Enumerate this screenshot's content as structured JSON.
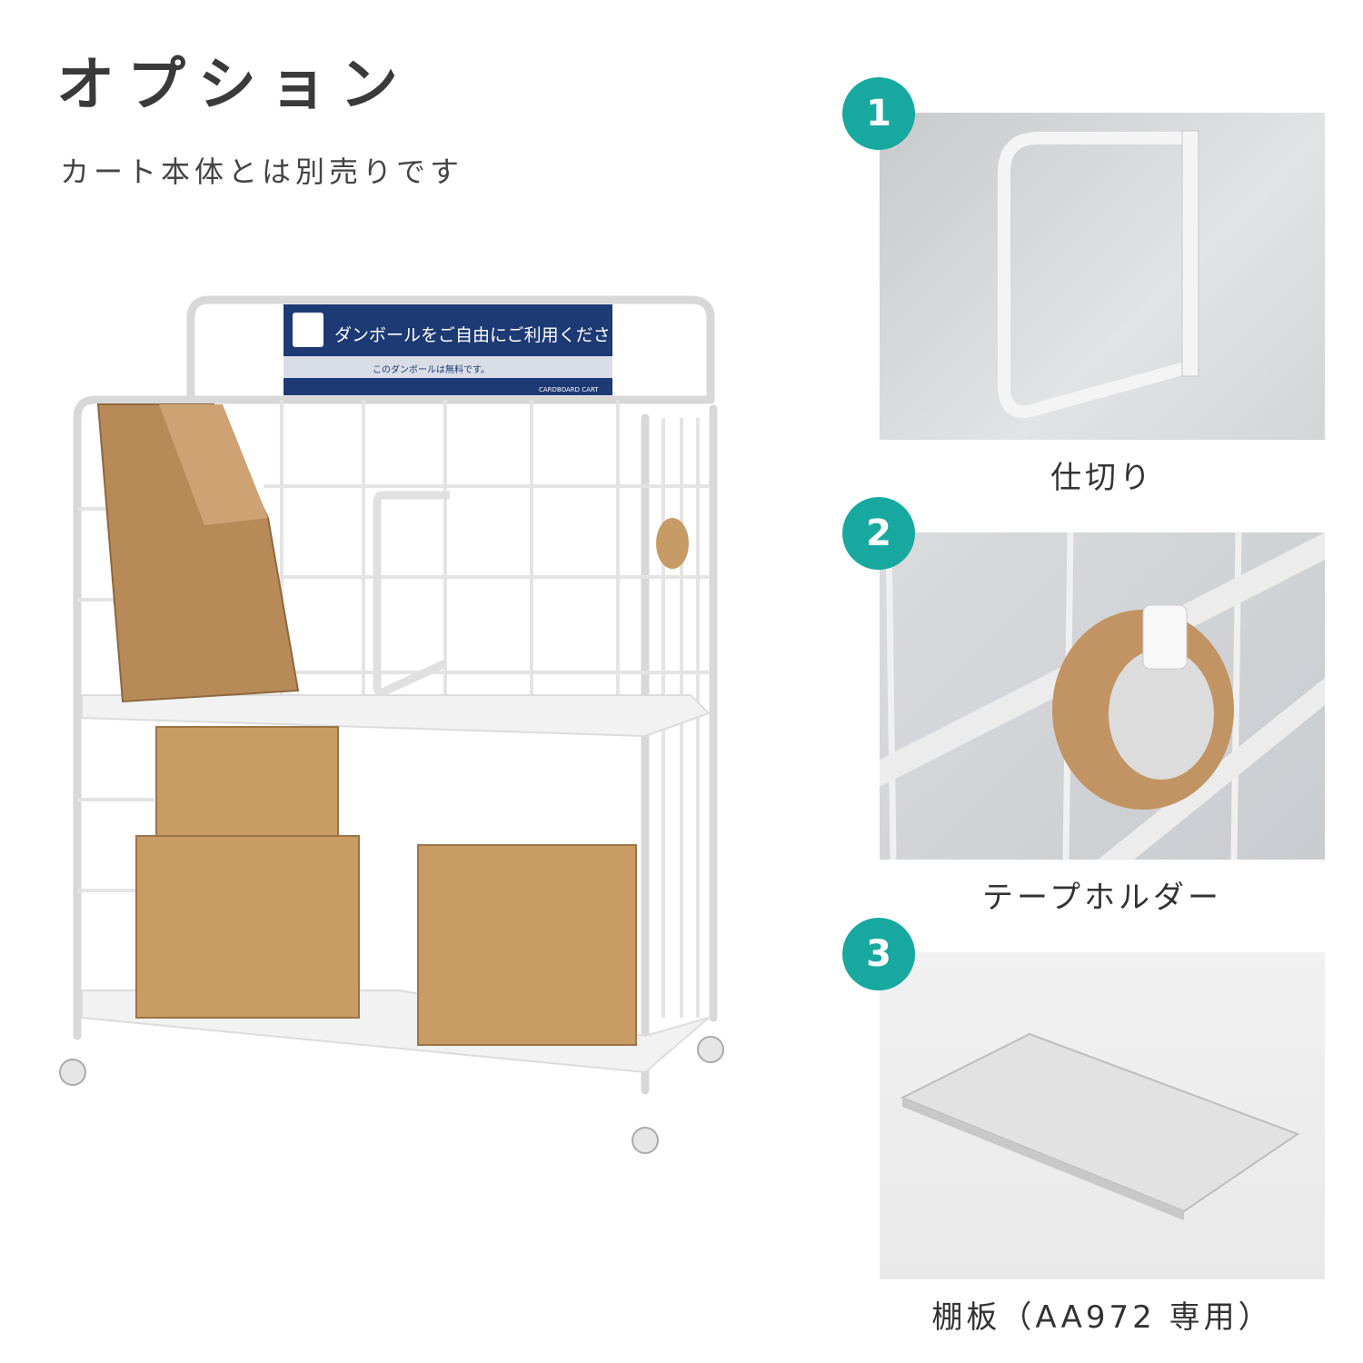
{
  "header": {
    "title": "オプション",
    "subtitle": "カート本体とは別売りです"
  },
  "cart_sign": {
    "main_text": "ダンボールをご自由にご利用ください",
    "sub_text": "このダンボールは無料です。",
    "footer_text": "CARDBOARD CART",
    "color": "#1d3a74"
  },
  "options": [
    {
      "number": "1",
      "label": "仕切り"
    },
    {
      "number": "2",
      "label": "テープホルダー"
    },
    {
      "number": "3",
      "label": "棚板（AA972 専用）"
    }
  ],
  "accent_color": "#17a9a0"
}
